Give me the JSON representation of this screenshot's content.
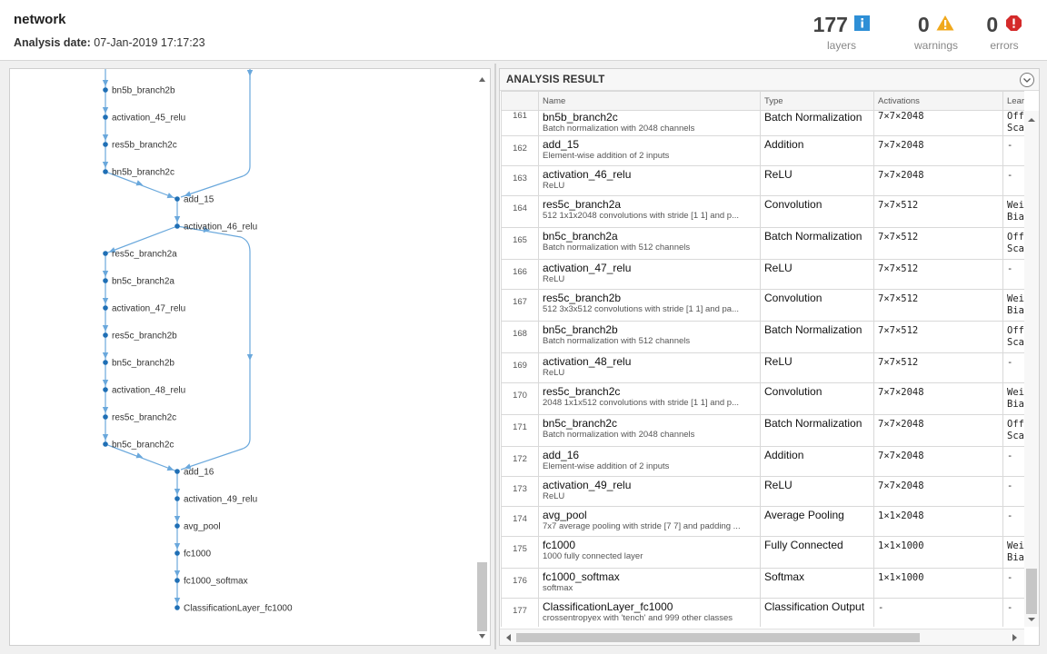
{
  "header": {
    "title": "network",
    "date_label": "Analysis date:",
    "date_value": "07-Jan-2019 17:17:23",
    "layers_count": "177",
    "layers_label": "layers",
    "warnings_count": "0",
    "warnings_label": "warnings",
    "errors_count": "0",
    "errors_label": "errors",
    "info_color": "#2e8fd6",
    "warning_color": "#f0a81c",
    "error_color": "#d42a2a"
  },
  "graph": {
    "nodes": [
      {
        "label": "bn5b_branch2b"
      },
      {
        "label": "activation_45_relu"
      },
      {
        "label": "res5b_branch2c"
      },
      {
        "label": "bn5b_branch2c"
      },
      {
        "label": "add_15"
      },
      {
        "label": "activation_46_relu"
      },
      {
        "label": "res5c_branch2a"
      },
      {
        "label": "bn5c_branch2a"
      },
      {
        "label": "activation_47_relu"
      },
      {
        "label": "res5c_branch2b"
      },
      {
        "label": "bn5c_branch2b"
      },
      {
        "label": "activation_48_relu"
      },
      {
        "label": "res5c_branch2c"
      },
      {
        "label": "bn5c_branch2c"
      },
      {
        "label": "add_16"
      },
      {
        "label": "activation_49_relu"
      },
      {
        "label": "avg_pool"
      },
      {
        "label": "fc1000"
      },
      {
        "label": "fc1000_softmax"
      },
      {
        "label": "ClassificationLayer_fc1000"
      }
    ],
    "node_color": "#1f6fb5",
    "edge_color": "#6aa8dc"
  },
  "results": {
    "title": "ANALYSIS RESULT",
    "columns": [
      "",
      "Name",
      "Type",
      "Activations",
      "Lear"
    ],
    "rows": [
      {
        "idx": "161",
        "name": "bn5b_branch2c",
        "desc": "Batch normalization with 2048 channels",
        "type": "Batch Normalization",
        "act": "7×7×2048",
        "learn1": "Off",
        "learn2": "Sca"
      },
      {
        "idx": "162",
        "name": "add_15",
        "desc": "Element-wise addition of 2 inputs",
        "type": "Addition",
        "act": "7×7×2048",
        "learn1": "-",
        "learn2": ""
      },
      {
        "idx": "163",
        "name": "activation_46_relu",
        "desc": "ReLU",
        "type": "ReLU",
        "act": "7×7×2048",
        "learn1": "-",
        "learn2": ""
      },
      {
        "idx": "164",
        "name": "res5c_branch2a",
        "desc": "512 1x1x2048 convolutions with stride [1 1] and p...",
        "type": "Convolution",
        "act": "7×7×512",
        "learn1": "Wei",
        "learn2": "Bia"
      },
      {
        "idx": "165",
        "name": "bn5c_branch2a",
        "desc": "Batch normalization with 512 channels",
        "type": "Batch Normalization",
        "act": "7×7×512",
        "learn1": "Off",
        "learn2": "Sca"
      },
      {
        "idx": "166",
        "name": "activation_47_relu",
        "desc": "ReLU",
        "type": "ReLU",
        "act": "7×7×512",
        "learn1": "-",
        "learn2": ""
      },
      {
        "idx": "167",
        "name": "res5c_branch2b",
        "desc": "512 3x3x512 convolutions with stride [1 1] and pa...",
        "type": "Convolution",
        "act": "7×7×512",
        "learn1": "Wei",
        "learn2": "Bia"
      },
      {
        "idx": "168",
        "name": "bn5c_branch2b",
        "desc": "Batch normalization with 512 channels",
        "type": "Batch Normalization",
        "act": "7×7×512",
        "learn1": "Off",
        "learn2": "Sca"
      },
      {
        "idx": "169",
        "name": "activation_48_relu",
        "desc": "ReLU",
        "type": "ReLU",
        "act": "7×7×512",
        "learn1": "-",
        "learn2": ""
      },
      {
        "idx": "170",
        "name": "res5c_branch2c",
        "desc": "2048 1x1x512 convolutions with stride [1 1] and p...",
        "type": "Convolution",
        "act": "7×7×2048",
        "learn1": "Wei",
        "learn2": "Bia"
      },
      {
        "idx": "171",
        "name": "bn5c_branch2c",
        "desc": "Batch normalization with 2048 channels",
        "type": "Batch Normalization",
        "act": "7×7×2048",
        "learn1": "Off",
        "learn2": "Sca"
      },
      {
        "idx": "172",
        "name": "add_16",
        "desc": "Element-wise addition of 2 inputs",
        "type": "Addition",
        "act": "7×7×2048",
        "learn1": "-",
        "learn2": ""
      },
      {
        "idx": "173",
        "name": "activation_49_relu",
        "desc": "ReLU",
        "type": "ReLU",
        "act": "7×7×2048",
        "learn1": "-",
        "learn2": ""
      },
      {
        "idx": "174",
        "name": "avg_pool",
        "desc": "7x7 average pooling with stride [7 7] and padding ...",
        "type": "Average Pooling",
        "act": "1×1×2048",
        "learn1": "-",
        "learn2": ""
      },
      {
        "idx": "175",
        "name": "fc1000",
        "desc": "1000 fully connected layer",
        "type": "Fully Connected",
        "act": "1×1×1000",
        "learn1": "Wei",
        "learn2": "Bia"
      },
      {
        "idx": "176",
        "name": "fc1000_softmax",
        "desc": "softmax",
        "type": "Softmax",
        "act": "1×1×1000",
        "learn1": "-",
        "learn2": ""
      },
      {
        "idx": "177",
        "name": "ClassificationLayer_fc1000",
        "desc": "crossentropyex with 'tench' and 999 other classes",
        "type": "Classification Output",
        "act": "-",
        "learn1": "-",
        "learn2": ""
      }
    ]
  }
}
